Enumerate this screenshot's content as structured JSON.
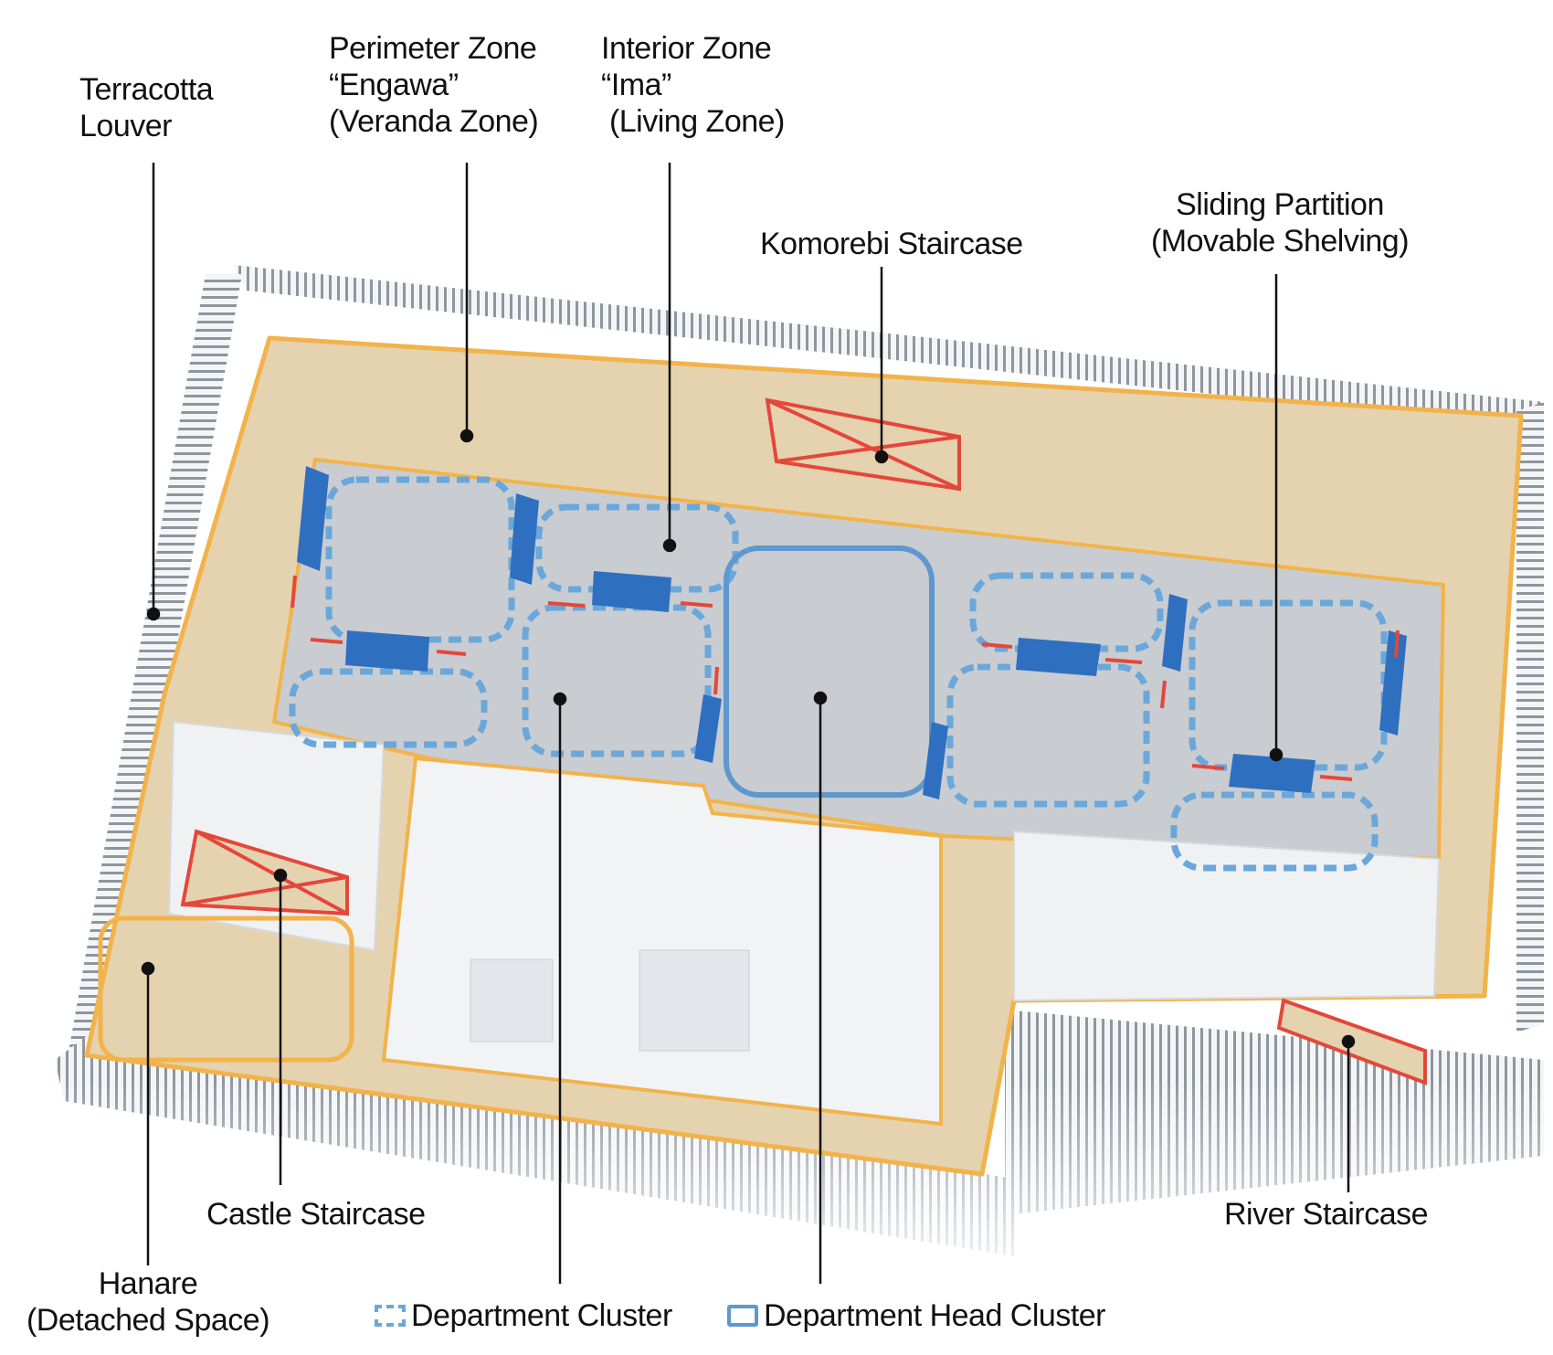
{
  "callouts": {
    "terracotta": [
      "Terracotta",
      "Louver"
    ],
    "perimeter": [
      "Perimeter Zone",
      "“Engawa”",
      "(Veranda Zone)"
    ],
    "interior": [
      "Interior Zone",
      "“Ima”",
      " (Living Zone)"
    ],
    "komorebi": "Komorebi Staircase",
    "sliding": [
      "Sliding Partition",
      "(Movable Shelving)"
    ],
    "castle": "Castle Staircase",
    "river": "River Staircase",
    "hanare": [
      "Hanare",
      "(Detached Space)"
    ]
  },
  "legend": {
    "dept_cluster": "Department Cluster",
    "head_cluster": "Department Head Cluster"
  },
  "colors": {
    "zone_outline": "#f2b34a",
    "floor": "#e5d2af",
    "interior_floor": "#c9ccd0",
    "cluster": "#6aa7da",
    "partition": "#2f6fc0",
    "stair": "#e4473a",
    "louver": "#9aa0a8",
    "core": "#f2f3f5"
  }
}
